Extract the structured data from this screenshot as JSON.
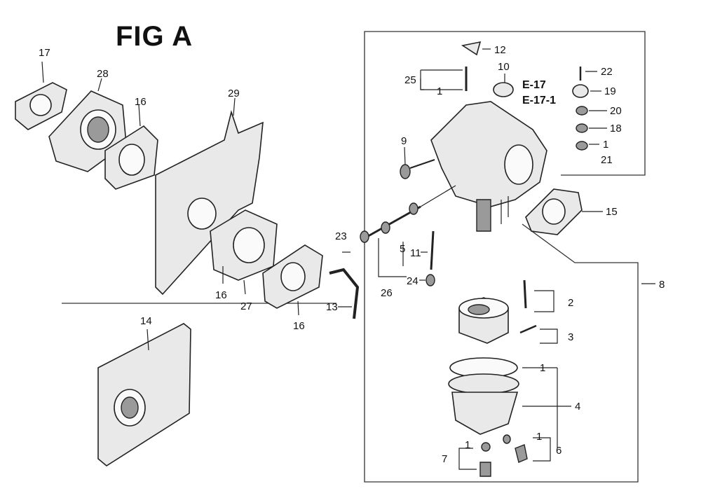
{
  "figure": {
    "title": "FIG A"
  },
  "labels": {
    "l17": "17",
    "l28": "28",
    "l16a": "16",
    "l29": "29",
    "l16b": "16",
    "l27": "27",
    "l16c": "16",
    "l14": "14",
    "l12": "12",
    "l10": "10",
    "l25": "25",
    "l1a": "1",
    "e17": "E-17",
    "e171": "E-17-1",
    "l9": "9",
    "l22": "22",
    "l19": "19",
    "l20": "20",
    "l18": "18",
    "l1b": "1",
    "l21": "21",
    "l15": "15",
    "l23": "23",
    "l5": "5",
    "l11": "11",
    "l24": "24",
    "l26": "26",
    "l13": "13",
    "l8": "8",
    "l2": "2",
    "l3": "3",
    "l1c": "1",
    "l4": "4",
    "l1d": "1",
    "l6": "6",
    "l1e": "1",
    "l7": "7"
  }
}
